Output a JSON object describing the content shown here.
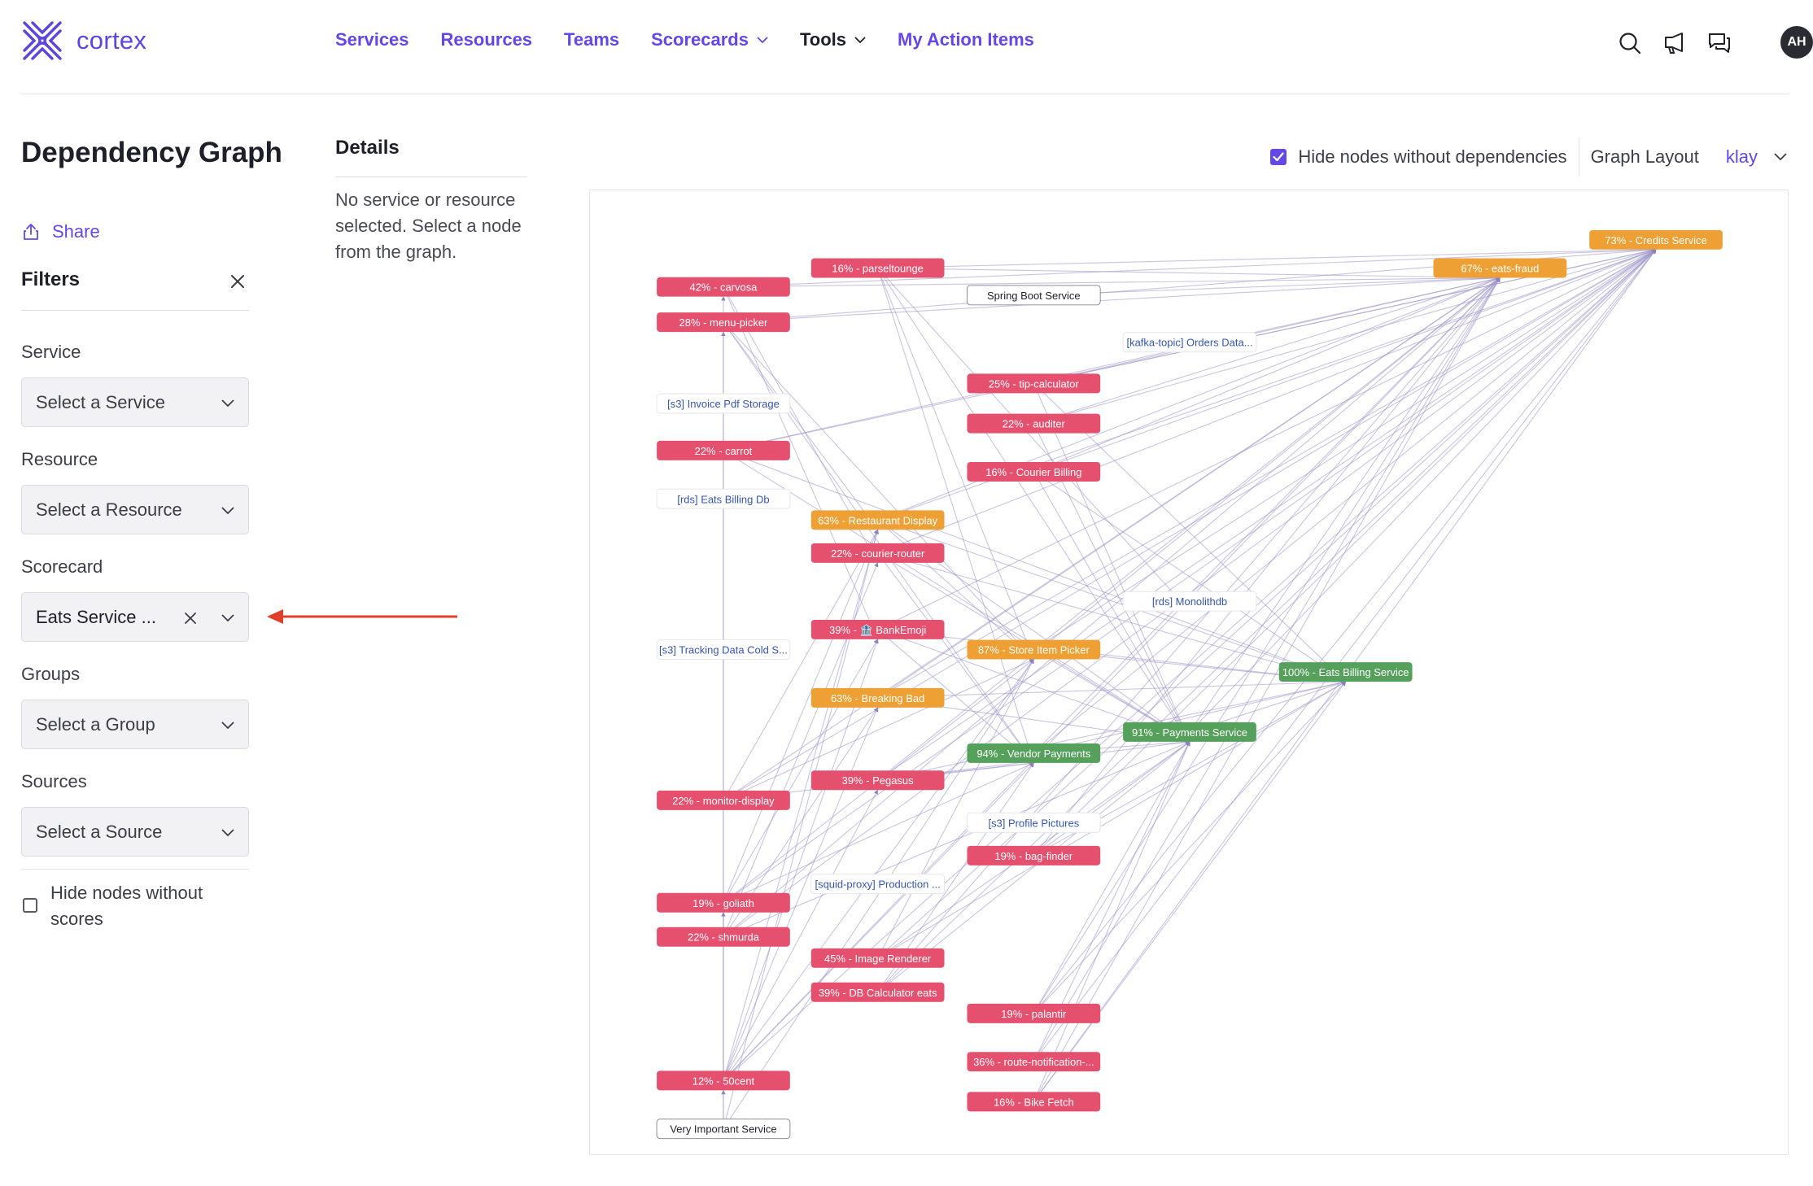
{
  "brand": {
    "name": "cortex",
    "accent": "#6347e8"
  },
  "nav": [
    {
      "label": "Services",
      "dropdown": false
    },
    {
      "label": "Resources",
      "dropdown": false
    },
    {
      "label": "Teams",
      "dropdown": false
    },
    {
      "label": "Scorecards",
      "dropdown": true
    },
    {
      "label": "Tools",
      "dropdown": true,
      "dark": true
    },
    {
      "label": "My Action Items",
      "dropdown": false
    }
  ],
  "header_icons": [
    "search-icon",
    "megaphone-icon",
    "chat-icon"
  ],
  "user": {
    "initials": "AH"
  },
  "page": {
    "title": "Dependency Graph",
    "share_label": "Share"
  },
  "filters": {
    "title": "Filters",
    "service": {
      "label": "Service",
      "placeholder": "Select a Service"
    },
    "resource": {
      "label": "Resource",
      "placeholder": "Select a Resource"
    },
    "scorecard": {
      "label": "Scorecard",
      "value": "Eats Service ..."
    },
    "groups": {
      "label": "Groups",
      "placeholder": "Select a Group"
    },
    "sources": {
      "label": "Sources",
      "placeholder": "Select a Source"
    },
    "hide_no_scores": {
      "label": "Hide nodes without scores",
      "checked": false
    }
  },
  "details": {
    "title": "Details",
    "empty_text": "No service or resource selected. Select a node from the graph."
  },
  "graph_controls": {
    "hide_no_deps": {
      "label": "Hide nodes without dependencies",
      "checked": true
    },
    "layout_label": "Graph Layout",
    "layout_value": "klay"
  },
  "colors": {
    "red": "#e5506f",
    "orange": "#efa034",
    "green": "#55a05a",
    "edge": "#9b93c9",
    "resource_text": "#3355b8",
    "arrow": "#e0402a"
  },
  "graph": {
    "nodes": [
      {
        "id": "credits",
        "label": "73% - Credits Service",
        "kind": "orange",
        "col": 7,
        "row": 0
      },
      {
        "id": "parsel",
        "label": "16% - parseltounge",
        "kind": "red",
        "col": 2,
        "row": 1
      },
      {
        "id": "eatsfraud",
        "label": "67% - eats-fraud",
        "kind": "orange",
        "col": 6,
        "row": 1
      },
      {
        "id": "carvosa",
        "label": "42% - carvosa",
        "kind": "red",
        "col": 1,
        "row": 2
      },
      {
        "id": "springboot",
        "label": "Spring Boot Service",
        "kind": "plain",
        "col": 3,
        "row": 2
      },
      {
        "id": "menupicker",
        "label": "28% - menu-picker",
        "kind": "red",
        "col": 1,
        "row": 3
      },
      {
        "id": "kafka",
        "label": "[kafka-topic] Orders Data...",
        "kind": "resource",
        "col": 4,
        "row": 4
      },
      {
        "id": "tipcalc",
        "label": "25% - tip-calculator",
        "kind": "red",
        "col": 3,
        "row": 5
      },
      {
        "id": "invoice",
        "label": "[s3] Invoice Pdf Storage",
        "kind": "resource",
        "col": 1,
        "row": 6
      },
      {
        "id": "auditer",
        "label": "22% - auditer",
        "kind": "red",
        "col": 3,
        "row": 7
      },
      {
        "id": "carrot",
        "label": "22% - carrot",
        "kind": "red",
        "col": 1,
        "row": 8
      },
      {
        "id": "courierbilling",
        "label": "16% - Courier Billing",
        "kind": "red",
        "col": 3,
        "row": 9
      },
      {
        "id": "eatsbillingdb",
        "label": "[rds] Eats Billing Db",
        "kind": "resource",
        "col": 1,
        "row": 10
      },
      {
        "id": "restdisplay",
        "label": "63% - Restaurant Display",
        "kind": "orange",
        "col": 2,
        "row": 11
      },
      {
        "id": "courierrouter",
        "label": "22% - courier-router",
        "kind": "red",
        "col": 2,
        "row": 12
      },
      {
        "id": "monolith",
        "label": "[rds] Monolithdb",
        "kind": "resource",
        "col": 4,
        "row": 13
      },
      {
        "id": "bankemoji",
        "label": "39% - 🏦 BankEmoji",
        "kind": "red",
        "col": 2,
        "row": 14
      },
      {
        "id": "tracking",
        "label": "[s3] Tracking Data Cold S...",
        "kind": "resource",
        "col": 1,
        "row": 15
      },
      {
        "id": "storeitem",
        "label": "87% - Store Item Picker",
        "kind": "orange",
        "col": 3,
        "row": 15
      },
      {
        "id": "eatsbilling",
        "label": "100% - Eats Billing Service",
        "kind": "green",
        "col": 5,
        "row": 16
      },
      {
        "id": "breakingbad",
        "label": "63% - Breaking Bad",
        "kind": "orange",
        "col": 2,
        "row": 17
      },
      {
        "id": "payments",
        "label": "91% - Payments Service",
        "kind": "green",
        "col": 4,
        "row": 18
      },
      {
        "id": "vendorpay",
        "label": "94% - Vendor Payments",
        "kind": "green",
        "col": 3,
        "row": 19
      },
      {
        "id": "pegasus",
        "label": "39% - Pegasus",
        "kind": "red",
        "col": 2,
        "row": 20
      },
      {
        "id": "monitordisplay",
        "label": "22% - monitor-display",
        "kind": "red",
        "col": 1,
        "row": 21
      },
      {
        "id": "profilepics",
        "label": "[s3] Profile Pictures",
        "kind": "resource",
        "col": 3,
        "row": 22
      },
      {
        "id": "bagfinder",
        "label": "19% - bag-finder",
        "kind": "red",
        "col": 3,
        "row": 23
      },
      {
        "id": "squid",
        "label": "[squid-proxy] Production ...",
        "kind": "resource",
        "col": 2,
        "row": 24
      },
      {
        "id": "goliath",
        "label": "19% - goliath",
        "kind": "red",
        "col": 1,
        "row": 25
      },
      {
        "id": "shmurda",
        "label": "22% - shmurda",
        "kind": "red",
        "col": 1,
        "row": 26
      },
      {
        "id": "imagerenderer",
        "label": "45% - Image Renderer",
        "kind": "red",
        "col": 2,
        "row": 27
      },
      {
        "id": "dbcalc",
        "label": "39% - DB Calculator eats",
        "kind": "red",
        "col": 2,
        "row": 28
      },
      {
        "id": "palantir",
        "label": "19% - palantir",
        "kind": "red",
        "col": 3,
        "row": 29
      },
      {
        "id": "routenotif",
        "label": "36% - route-notification-...",
        "kind": "red",
        "col": 3,
        "row": 30
      },
      {
        "id": "50cent",
        "label": "12% - 50cent",
        "kind": "red",
        "col": 1,
        "row": 31
      },
      {
        "id": "bikefetch",
        "label": "16% - Bike Fetch",
        "kind": "red",
        "col": 3,
        "row": 32
      },
      {
        "id": "veryimportant",
        "label": "Very Important Service",
        "kind": "plain",
        "col": 1,
        "row": 33
      }
    ],
    "edges": [
      [
        "parsel",
        "credits"
      ],
      [
        "parsel",
        "eatsfraud"
      ],
      [
        "carvosa",
        "eatsfraud"
      ],
      [
        "carvosa",
        "credits"
      ],
      [
        "springboot",
        "eatsfraud"
      ],
      [
        "menupicker",
        "credits"
      ],
      [
        "menupicker",
        "eatsfraud"
      ],
      [
        "tipcalc",
        "credits"
      ],
      [
        "tipcalc",
        "eatsfraud"
      ],
      [
        "auditer",
        "eatsfraud"
      ],
      [
        "courierbilling",
        "credits"
      ],
      [
        "courierbilling",
        "payments"
      ],
      [
        "carrot",
        "eatsbilling"
      ],
      [
        "carrot",
        "payments"
      ],
      [
        "restdisplay",
        "credits"
      ],
      [
        "restdisplay",
        "eatsfraud"
      ],
      [
        "restdisplay",
        "storeitem"
      ],
      [
        "courierrouter",
        "eatsbilling"
      ],
      [
        "courierrouter",
        "vendorpay"
      ],
      [
        "bankemoji",
        "eatsbilling"
      ],
      [
        "bankemoji",
        "credits"
      ],
      [
        "storeitem",
        "eatsbilling"
      ],
      [
        "storeitem",
        "payments"
      ],
      [
        "storeitem",
        "credits"
      ],
      [
        "breakingbad",
        "eatsbilling"
      ],
      [
        "breakingbad",
        "payments"
      ],
      [
        "breakingbad",
        "credits"
      ],
      [
        "vendorpay",
        "eatsbilling"
      ],
      [
        "vendorpay",
        "payments"
      ],
      [
        "vendorpay",
        "credits"
      ],
      [
        "payments",
        "eatsbilling"
      ],
      [
        "payments",
        "credits"
      ],
      [
        "payments",
        "eatsfraud"
      ],
      [
        "pegasus",
        "vendorpay"
      ],
      [
        "pegasus",
        "eatsbilling"
      ],
      [
        "pegasus",
        "eatsfraud"
      ],
      [
        "monitordisplay",
        "vendorpay"
      ],
      [
        "monitordisplay",
        "storeitem"
      ],
      [
        "monitordisplay",
        "restdisplay"
      ],
      [
        "bagfinder",
        "eatsbilling"
      ],
      [
        "bagfinder",
        "payments"
      ],
      [
        "bagfinder",
        "credits"
      ],
      [
        "goliath",
        "storeitem"
      ],
      [
        "goliath",
        "restdisplay"
      ],
      [
        "goliath",
        "vendorpay"
      ],
      [
        "goliath",
        "bankemoji"
      ],
      [
        "shmurda",
        "breakingbad"
      ],
      [
        "shmurda",
        "payments"
      ],
      [
        "shmurda",
        "courierrouter"
      ],
      [
        "imagerenderer",
        "storeitem"
      ],
      [
        "imagerenderer",
        "eatsbilling"
      ],
      [
        "imagerenderer",
        "credits"
      ],
      [
        "dbcalc",
        "vendorpay"
      ],
      [
        "dbcalc",
        "payments"
      ],
      [
        "dbcalc",
        "eatsfraud"
      ],
      [
        "palantir",
        "eatsbilling"
      ],
      [
        "palantir",
        "payments"
      ],
      [
        "palantir",
        "credits"
      ],
      [
        "routenotif",
        "payments"
      ],
      [
        "routenotif",
        "eatsfraud"
      ],
      [
        "bikefetch",
        "eatsbilling"
      ],
      [
        "bikefetch",
        "payments"
      ],
      [
        "bikefetch",
        "credits"
      ],
      [
        "50cent",
        "restdisplay"
      ],
      [
        "50cent",
        "storeitem"
      ],
      [
        "50cent",
        "vendorpay"
      ],
      [
        "50cent",
        "bankemoji"
      ],
      [
        "50cent",
        "breakingbad"
      ],
      [
        "50cent",
        "pegasus"
      ],
      [
        "50cent",
        "menupicker"
      ],
      [
        "50cent",
        "carvosa"
      ],
      [
        "veryimportant",
        "50cent"
      ],
      [
        "veryimportant",
        "goliath"
      ],
      [
        "veryimportant",
        "storeitem"
      ],
      [
        "veryimportant",
        "restdisplay"
      ],
      [
        "menupicker",
        "storeitem"
      ],
      [
        "menupicker",
        "restdisplay"
      ],
      [
        "menupicker",
        "vendorpay"
      ],
      [
        "carvosa",
        "courierrouter"
      ],
      [
        "carvosa",
        "bankemoji"
      ],
      [
        "parsel",
        "storeitem"
      ],
      [
        "parsel",
        "vendorpay"
      ],
      [
        "parsel",
        "payments"
      ],
      [
        "parsel",
        "monolith"
      ],
      [
        "tipcalc",
        "payments"
      ],
      [
        "tipcalc",
        "eatsbilling"
      ],
      [
        "auditer",
        "credits"
      ],
      [
        "auditer",
        "payments"
      ],
      [
        "courierbilling",
        "eatsbilling"
      ],
      [
        "courierrouter",
        "credits"
      ],
      [
        "courierrouter",
        "payments"
      ],
      [
        "bankemoji",
        "payments"
      ],
      [
        "bankemoji",
        "vendorpay"
      ],
      [
        "restdisplay",
        "payments"
      ],
      [
        "restdisplay",
        "eatsbilling"
      ],
      [
        "goliath",
        "credits"
      ],
      [
        "shmurda",
        "credits"
      ],
      [
        "shmurda",
        "eatsfraud"
      ],
      [
        "monitordisplay",
        "credits"
      ],
      [
        "monitordisplay",
        "eatsfraud"
      ],
      [
        "pegasus",
        "credits"
      ],
      [
        "pegasus",
        "payments"
      ],
      [
        "dbcalc",
        "credits"
      ],
      [
        "imagerenderer",
        "payments"
      ],
      [
        "palantir",
        "eatsfraud"
      ],
      [
        "routenotif",
        "credits"
      ],
      [
        "bikefetch",
        "eatsfraud"
      ],
      [
        "50cent",
        "credits"
      ],
      [
        "50cent",
        "eatsfraud"
      ],
      [
        "vendorpay",
        "eatsfraud"
      ],
      [
        "storeitem",
        "eatsfraud"
      ],
      [
        "breakingbad",
        "eatsfraud"
      ],
      [
        "bagfinder",
        "eatsfraud"
      ],
      [
        "courierbilling",
        "eatsfraud"
      ],
      [
        "carrot",
        "credits"
      ],
      [
        "carrot",
        "eatsfraud"
      ]
    ]
  }
}
